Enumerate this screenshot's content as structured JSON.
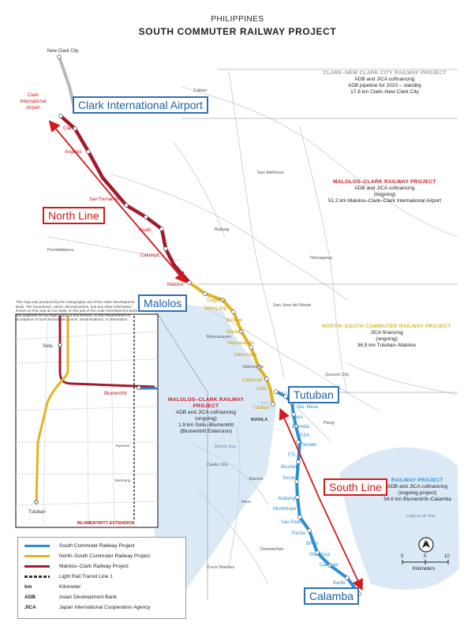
{
  "header": {
    "country": "PHILIPPINES",
    "title": "SOUTH COMMUTER RAILWAY PROJECT"
  },
  "projects": [
    {
      "title": "CLARK–NEW CLARK CITY RAILWAY PROJECT",
      "title_color": "#9a9a9a",
      "lines": [
        "ADB and JICA cofinancing",
        "ADB pipeline for 2023 – standby",
        "17.8 km Clark–New Clark City"
      ]
    },
    {
      "title": "MALOLOS–CLARK RAILWAY PROJECT",
      "title_color": "#c9151b",
      "lines": [
        "ADB and JICA cofinancing",
        "(ongoing)",
        "51.2 km Malolos–Clark–Clark International Airport"
      ]
    },
    {
      "title": "NORTH–SOUTH COMMUTER RAILWAY PROJECT",
      "title_color": "#e2b321",
      "lines": [
        "JICA financing",
        "(ongoing)",
        "36.9 km Tutuban–Malolos"
      ]
    },
    {
      "title": "MALOLOS–CLARK RAILWAY PROJECT",
      "title_color": "#c9151b",
      "lines": [
        "ADB and JICA cofinancing",
        "(ongoing)",
        "1.9 km Solis–Blumentritt",
        "(Blumentritt Extension)"
      ]
    },
    {
      "title": "SOUTH COMMUTER RAILWAY PROJECT",
      "title_color": "#2b8fd8",
      "title_visible": "RAILWAY PROJECT",
      "lines": [
        "ADB and JICA cofinancing",
        "(ongoing project)",
        "54.6 km Blumentritt–Calamba"
      ]
    }
  ],
  "callouts": {
    "clark": "Clark International Airport",
    "north_line": "North Line",
    "malolos": "Malolos",
    "tutuban": "Tutuban",
    "south_line": "South Line",
    "calamba": "Calamba"
  },
  "stations": {
    "new_clark_city": "New Clark City",
    "clark_airport": "Clark\nInternational\nAirport",
    "clark": "Clark",
    "angeles": "Angeles",
    "san_fernando": "San Fernando",
    "apalit": "Apalit",
    "calumpit": "Calumpit",
    "malolos": "Malolos",
    "guiguinto": "Guiguinto",
    "tabing_ilog": "Tabing Ilog",
    "bocaue": "Bocaue",
    "marilao": "Marilao",
    "meycauayan": "Meycauayan",
    "valenzuela": "Valenzuela",
    "caloocan": "Caloocan",
    "solis": "Solis",
    "tutuban": "Tutuban",
    "blumentritt": "Blumentritt",
    "sta_mesa": "Sta. Mesa",
    "paco": "Paco",
    "buendia": "Buendia",
    "edsa": "EDSA",
    "senate": "Senate",
    "ftl": "FTI",
    "bicutan": "Bicutan",
    "sucat": "Sucat",
    "alabang": "Alabang",
    "muntinlupa": "Muntinlupa",
    "san_pedro": "San Pedro",
    "pacita": "Pacita",
    "binan": "Biñan",
    "sta_rosa": "Sta. Rosa",
    "cabuyao": "Cabuyao",
    "banlic": "Banlic",
    "calamba": "Calamba"
  },
  "places": {
    "cabiao": "Cabiao",
    "san_ildefonso": "San Ildefonso",
    "baliuag": "Baliuag",
    "floridablanca": "Floridablanca",
    "norzagaray": "Norzagaray",
    "san_jose_del_monte": "San Jose del Monte",
    "quezon_city": "Quezon City",
    "pasig": "Pasig",
    "manila": "MANILA",
    "manila_bay": "Manila Bay",
    "cavite_city": "Cavite City",
    "bacoor": "Bacoor",
    "imus": "Imus",
    "dasmarinas": "Dasmariñas",
    "trece_martires": "Trece Martires",
    "laguna_de_bay": "Laguna de Bay",
    "meycauayan_place": "Meycauayan"
  },
  "inset": {
    "label": "BLUMENTRITT EXTENSION",
    "solis": "Solis",
    "blumentritt": "Blumentritt",
    "tutuban": "Tutuban",
    "tayuman": "Tayuman",
    "bambang": "Bambang"
  },
  "disclaimer": "This map was produced by the cartography unit of the Asian Development Bank. The boundaries, colors, denominations, and any other information shown on this map do not imply, on the part of the Asian Development Bank, any judgment on the legal status of any territory, or any endorsement or acceptance of such boundaries, colors, denominations, or information.",
  "legend": [
    {
      "kind": "line",
      "color": "#2b8fd8",
      "label": "South Commuter Railway Project"
    },
    {
      "kind": "line",
      "color": "#e2b321",
      "label": "North–South Commuter Railway Project"
    },
    {
      "kind": "line",
      "color": "#a21a2a",
      "label": "Malolos–Clark Railway Project"
    },
    {
      "kind": "dash",
      "color": "#333333",
      "label": "Light Rail Transit Line 1"
    },
    {
      "kind": "abbr",
      "abbr": "km",
      "label": "Kilometer"
    },
    {
      "kind": "abbr",
      "abbr": "ADB",
      "label": "Asian Development Bank"
    },
    {
      "kind": "abbr",
      "abbr": "JICA",
      "label": "Japan International Cooperation Agency"
    }
  ],
  "scale": {
    "ticks": [
      "0",
      "5",
      "10"
    ],
    "unit": "Kilometers"
  },
  "north_label": "N",
  "colors": {
    "south": "#2b8fd8",
    "north": "#e2b321",
    "malolos_clark": "#a21a2a",
    "clark_ncc": "#b8b8b8",
    "water": "#dbe9f7",
    "callout_blue": "#2f6fb5",
    "callout_red": "#d21a1a"
  }
}
